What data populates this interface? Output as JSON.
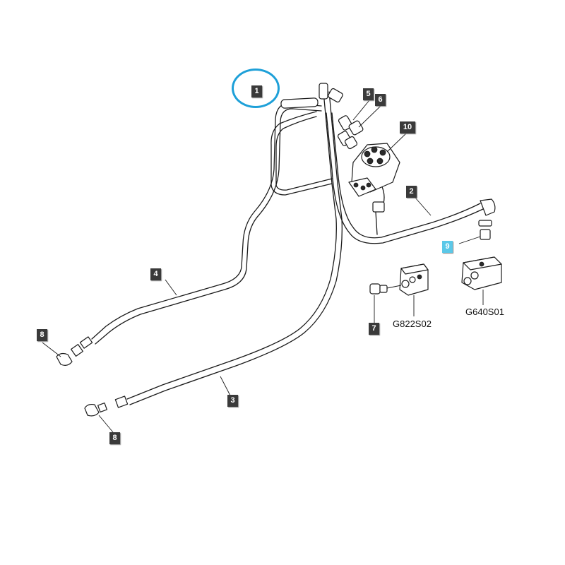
{
  "diagram": {
    "callouts": [
      {
        "id": "c1",
        "label": "1",
        "highlighted": true
      },
      {
        "id": "c2",
        "label": "2"
      },
      {
        "id": "c3",
        "label": "3"
      },
      {
        "id": "c4",
        "label": "4"
      },
      {
        "id": "c5",
        "label": "5"
      },
      {
        "id": "c6",
        "label": "6"
      },
      {
        "id": "c7",
        "label": "7"
      },
      {
        "id": "c8a",
        "label": "8"
      },
      {
        "id": "c8b",
        "label": "8"
      },
      {
        "id": "c9",
        "label": "9",
        "highlighted": true
      },
      {
        "id": "c10",
        "label": "10"
      }
    ],
    "reference_labels": {
      "valve_block_left": "G822S02",
      "valve_block_right": "G640S01"
    },
    "colors": {
      "callout_bg": "#3a3a3a",
      "callout_highlight_bg": "#5bc8e8",
      "highlight_ring": "#1ea0d8",
      "line": "#1a1a1a"
    }
  }
}
